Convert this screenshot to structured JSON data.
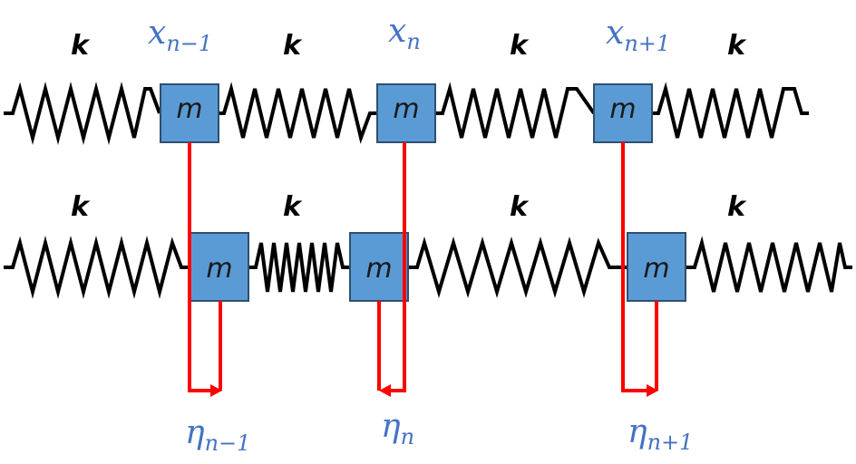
{
  "spring_constant_label": "k",
  "mass_label": "m",
  "equilibrium_positions": [
    {
      "symbol": "x",
      "subscript": "n−1"
    },
    {
      "symbol": "x",
      "subscript": "n"
    },
    {
      "symbol": "x",
      "subscript": "n+1"
    }
  ],
  "displacements": [
    {
      "symbol": "η",
      "subscript": "n−1",
      "direction": "right"
    },
    {
      "symbol": "η",
      "subscript": "n",
      "direction": "left"
    },
    {
      "symbol": "η",
      "subscript": "n+1",
      "direction": "right"
    }
  ],
  "colors": {
    "spring": "#000000",
    "mass_fill": "#5B9BD5",
    "label_blue": "#4472C4",
    "displacement": "#FF0000"
  }
}
